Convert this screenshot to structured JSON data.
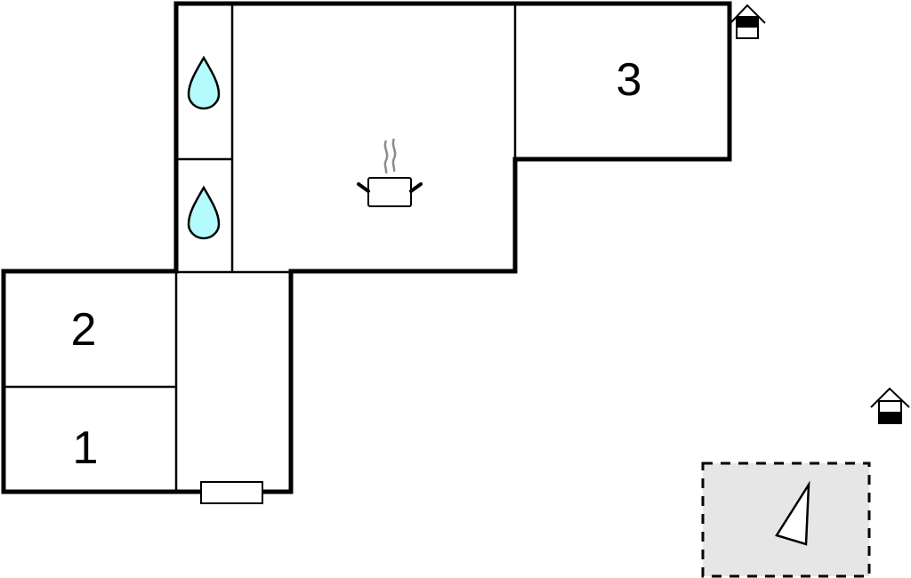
{
  "diagram": {
    "type": "floor-plan",
    "colors": {
      "wall": "#000000",
      "background": "#ffffff",
      "water": "#b3fbfd",
      "steam": "#8c8c8c",
      "terrace_fill": "#e6e6e6"
    },
    "rooms": [
      {
        "id": "bedroom-1",
        "label": "1"
      },
      {
        "id": "bedroom-2",
        "label": "2"
      },
      {
        "id": "bedroom-3",
        "label": "3"
      }
    ],
    "icons": [
      {
        "name": "water-drop-icon",
        "meaning": "bathroom"
      },
      {
        "name": "water-drop-icon",
        "meaning": "bathroom"
      },
      {
        "name": "cooking-pot-icon",
        "meaning": "kitchen"
      },
      {
        "name": "house-entrance-icon",
        "meaning": "entrance"
      },
      {
        "name": "house-entrance-icon",
        "meaning": "entrance"
      },
      {
        "name": "compass-arrow-icon",
        "meaning": "north indicator"
      }
    ],
    "terrace": {
      "style": "dashed",
      "name": "terrace"
    }
  }
}
